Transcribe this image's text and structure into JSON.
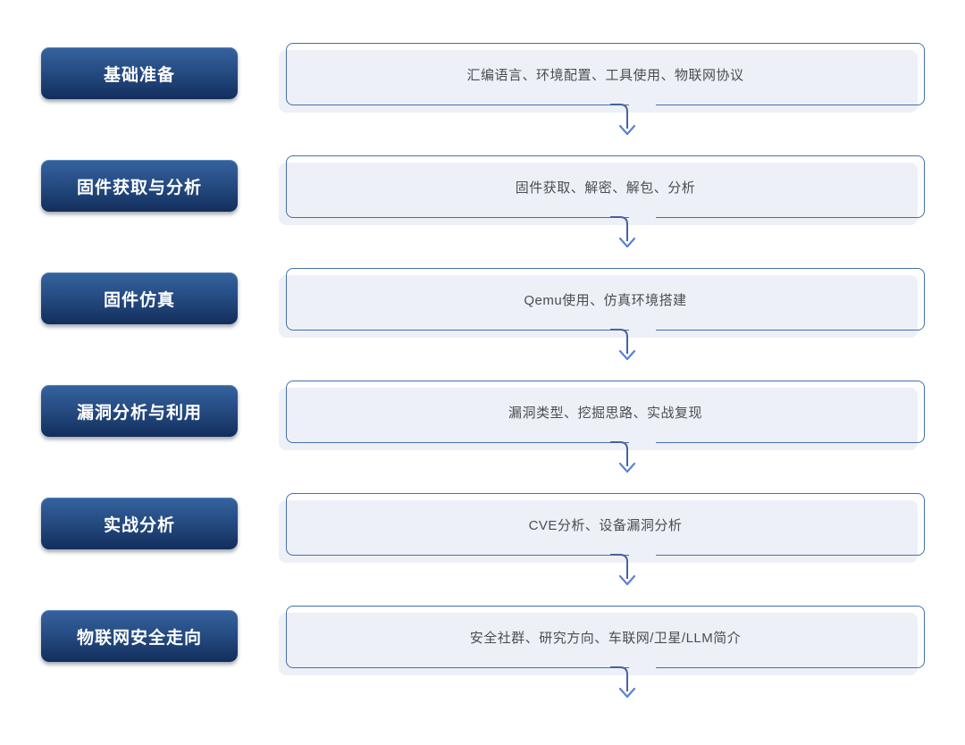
{
  "diagram": {
    "rows": [
      {
        "stage": "基础准备",
        "content": "汇编语言、环境配置、工具使用、物联网协议"
      },
      {
        "stage": "固件获取与分析",
        "content": "固件获取、解密、解包、分析"
      },
      {
        "stage": "固件仿真",
        "content": "Qemu使用、仿真环境搭建"
      },
      {
        "stage": "漏洞分析与利用",
        "content": "漏洞类型、挖掘思路、实战复现"
      },
      {
        "stage": "实战分析",
        "content": "CVE分析、设备漏洞分析"
      },
      {
        "stage": "物联网安全走向",
        "content": "安全社群、研究方向、车联网/卫星/LLM简介"
      }
    ],
    "colors": {
      "stage_grad_top": "#35639f",
      "stage_grad_mid": "#24497f",
      "stage_grad_bottom": "#122e5c",
      "box_fill": "#edf0f6",
      "box_border": "#4470ae",
      "arrow_line": "#47639c",
      "arrow_head": "#5c80d4",
      "content_text": "#4a4e53",
      "stage_text": "#ffffff",
      "page_bg": "#ffffff"
    }
  }
}
